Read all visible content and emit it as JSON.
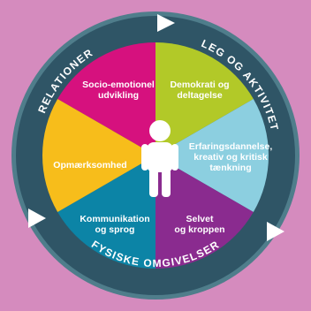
{
  "diagram": {
    "ring_labels": {
      "top_left": "RELATIONER",
      "top_right": "LEG OG AKTIVITET",
      "bottom": "FYSISKE OMGIVELSER"
    },
    "segments": [
      {
        "id": "socio",
        "lines": [
          "Socio-emotionel",
          "udvikling"
        ],
        "color": "#d6117e"
      },
      {
        "id": "demokrati",
        "lines": [
          "Demokrati og",
          "deltagelse"
        ],
        "color": "#b2c928"
      },
      {
        "id": "erfaring",
        "lines": [
          "Erfaringsdannelse,",
          "kreativ og kritisk",
          "tænkning"
        ],
        "color": "#8ccfe0"
      },
      {
        "id": "selvet",
        "lines": [
          "Selvet",
          "og kroppen"
        ],
        "color": "#8a2b8f"
      },
      {
        "id": "kommunikation",
        "lines": [
          "Kommunikation",
          "og sprog"
        ],
        "color": "#0c84a6"
      },
      {
        "id": "opmaerksomhed",
        "lines": [
          "Opmærksomhed"
        ],
        "color": "#f7bd1b"
      }
    ],
    "colors": {
      "background": "#d58bbe",
      "ring": "#2f5566",
      "ring_edge": "#4f7d8b",
      "figure": "#ffffff"
    }
  }
}
